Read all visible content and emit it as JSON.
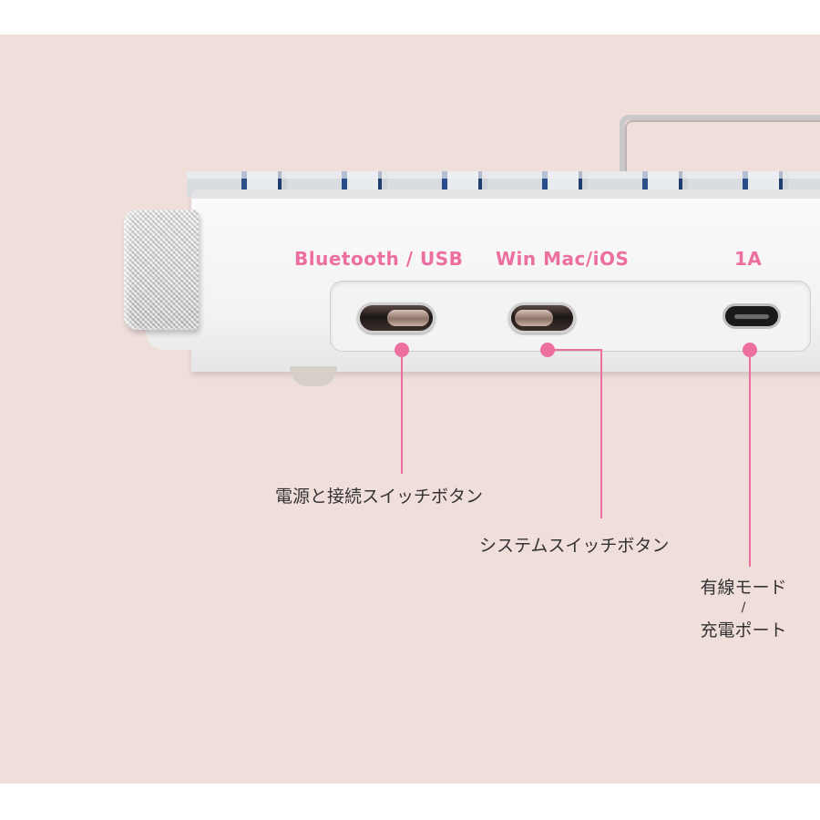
{
  "labels": {
    "bluetooth_usb": "Bluetooth / USB",
    "win_mac_ios": "Win Mac/iOS",
    "current": "1A"
  },
  "callouts": {
    "power_switch": "電源と接続スイッチボタン",
    "system_switch": "システムスイッチボタン",
    "wired_line1": "有線モード",
    "wired_sep": "/",
    "wired_line2": "充電ポート"
  },
  "colors": {
    "accent_pink": "#ec6fa0",
    "background": "#f0dedb",
    "callout_text": "#333333"
  }
}
